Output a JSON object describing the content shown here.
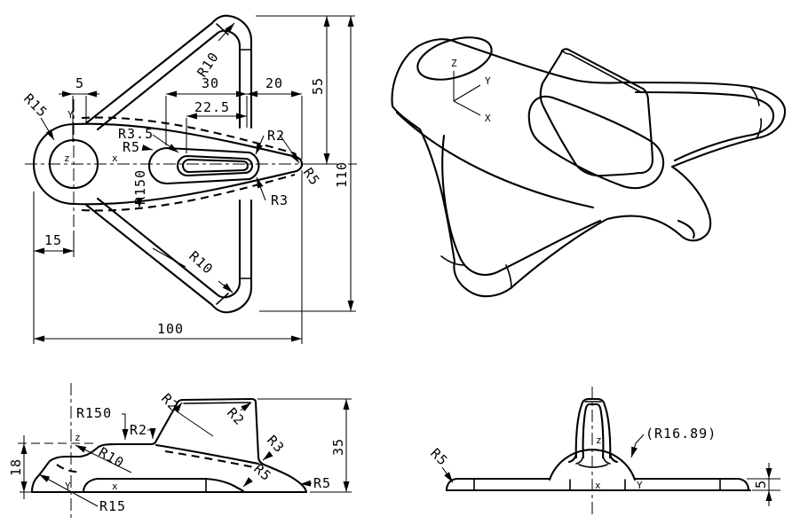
{
  "colors": {
    "background": "#ffffff",
    "line": "#000000"
  },
  "views": {
    "top": {
      "dims": {
        "d5": "5",
        "d30": "30",
        "d22_5": "22.5",
        "d20": "20",
        "d55": "55",
        "d110": "110",
        "d15": "15",
        "d100": "100"
      },
      "radii": {
        "r15": "R15",
        "r10_top": "R10",
        "r3_5": "R3.5",
        "r5_slot": "R5",
        "r150": "R150",
        "r2_slot": "R2",
        "r3_slot": "R3",
        "r5_tail": "R5",
        "r10_bottom": "R10"
      },
      "axes": {
        "y": "Y",
        "z": "z",
        "x": "x"
      }
    },
    "iso": {
      "axes": {
        "z": "Z",
        "y": "Y",
        "x": "X"
      }
    },
    "side": {
      "dims": {
        "d18": "18",
        "d35": "35"
      },
      "radii": {
        "r150": "R150",
        "r2_base": "R2",
        "r2_top_front": "R2",
        "r2_top_rear": "R2",
        "r3": "R3",
        "r10": "R10",
        "r15": "R15",
        "r5_wing": "R5",
        "r5_tail": "R5"
      },
      "axes": {
        "z": "z",
        "y": "Y",
        "x": "x"
      }
    },
    "front": {
      "dims": {
        "d5": "5"
      },
      "radii": {
        "r5": "R5",
        "r16_89": "(R16.89)"
      },
      "axes": {
        "z": "z",
        "x": "x",
        "y": "Y"
      }
    }
  }
}
